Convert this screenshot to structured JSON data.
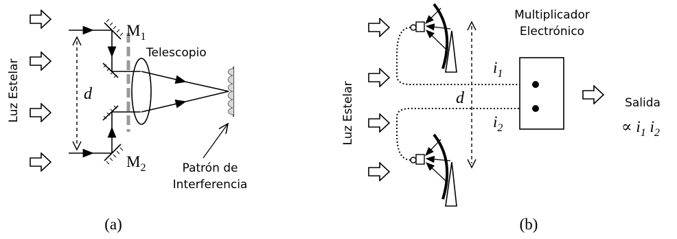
{
  "panel_a": {
    "side_label": "Luz Estelar",
    "mirror1_main": "M",
    "mirror1_sub": "1",
    "mirror2_main": "M",
    "mirror2_sub": "2",
    "telescope_label": "Telescopio",
    "distance_label": "d",
    "pattern_label_line1": "Patrón de",
    "pattern_label_line2": "Interferencia",
    "caption": "(a)"
  },
  "panel_b": {
    "side_label": "Luz Estelar",
    "multiplier_line1": "Multiplicador",
    "multiplier_line2": "Electrónico",
    "current1_main": "i",
    "current1_sub": "1",
    "current2_main": "i",
    "current2_sub": "2",
    "distance_label": "d",
    "output_label": "Salida",
    "output_formula_prefix": "∝ ",
    "output_formula_i1": "i",
    "output_formula_i1_sub": "1",
    "output_formula_i2": "i",
    "output_formula_i2_sub": "2",
    "caption": "(b)"
  }
}
